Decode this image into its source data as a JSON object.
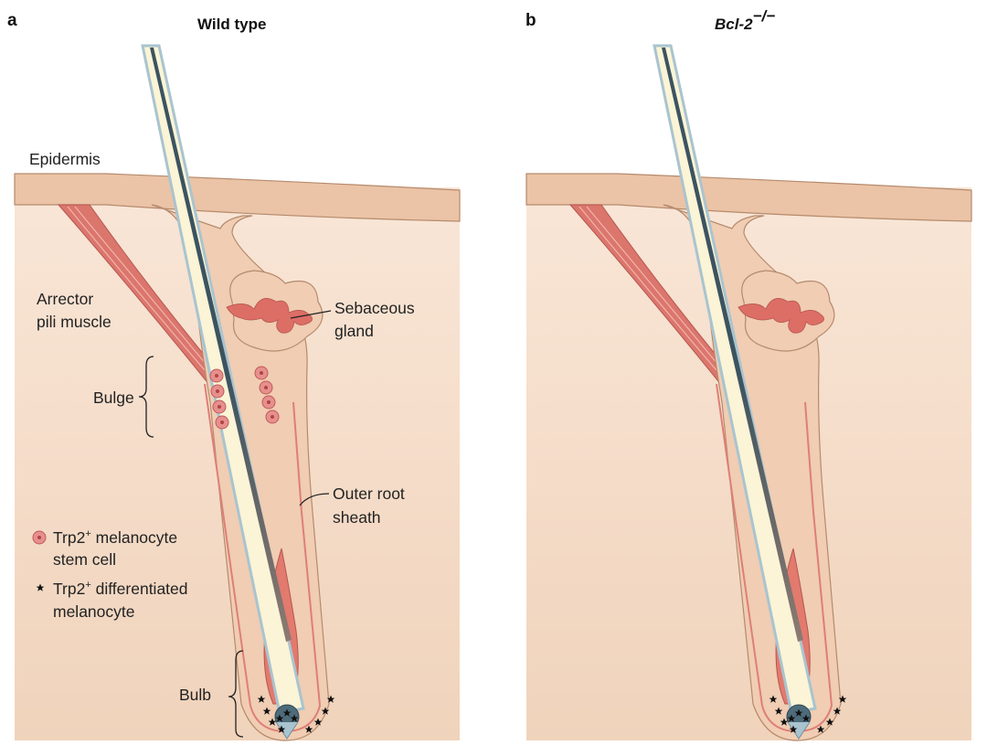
{
  "panels": [
    {
      "letter": "a",
      "title": "Wild type"
    },
    {
      "letter": "b",
      "title": "Bcl-2",
      "superscript": "−/−"
    }
  ],
  "labels": {
    "epidermis": "Epidermis",
    "arrector_line1": "Arrector",
    "arrector_line2": "pili muscle",
    "sebaceous_line1": "Sebaceous",
    "sebaceous_line2": "gland",
    "bulge": "Bulge",
    "outer_root_line1": "Outer root",
    "outer_root_line2": "sheath",
    "bulb": "Bulb"
  },
  "legend": {
    "stem_cell_line1": "Trp2",
    "stem_cell_sup": "+",
    "stem_cell_line1_rest": " melanocyte",
    "stem_cell_line2": "stem cell",
    "diff_line1": "Trp2",
    "diff_sup": "+",
    "diff_line1_rest": " differentiated",
    "diff_line2": "melanocyte"
  },
  "colors": {
    "dermis_top": "#f8e4d4",
    "dermis_bottom": "#f1d6bf",
    "epidermis": "#e9bfa0",
    "outline": "#b58a6c",
    "muscle": "#d9706a",
    "muscle_line": "#f3b2a8",
    "shaft_outer": "#a9c4cf",
    "shaft_inner": "#fbf4d6",
    "medulla": "#3b4f5a",
    "papilla": "#e0786c",
    "matrix": "#4e6b7a",
    "stem_cell": "#e48b8a"
  }
}
